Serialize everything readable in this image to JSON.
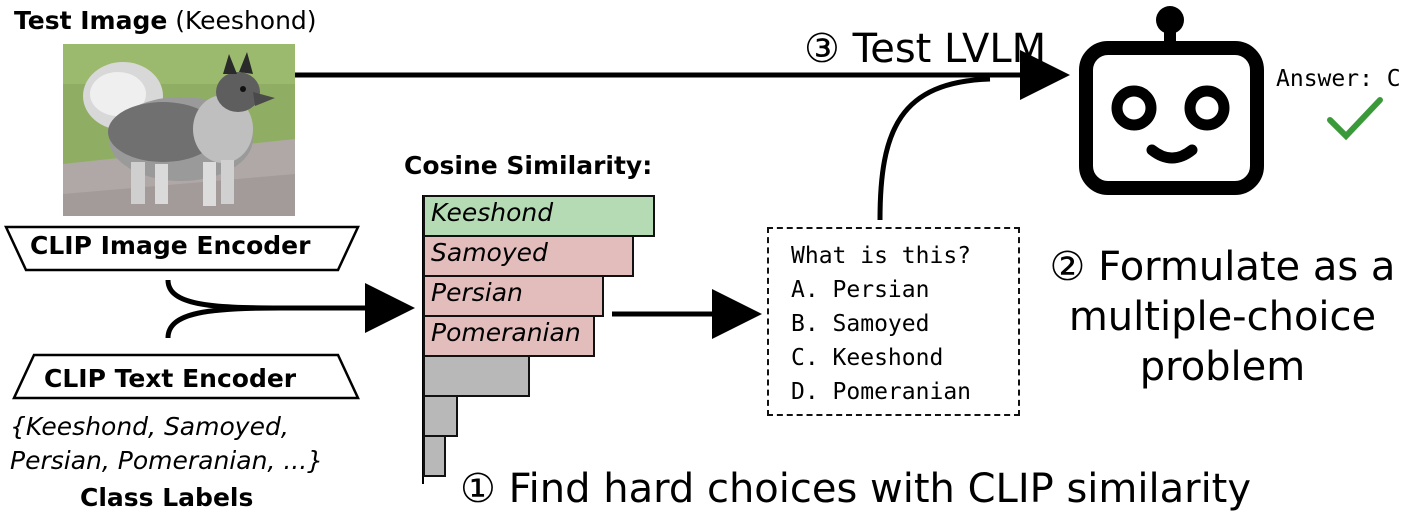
{
  "test_image": {
    "title_bold": "Test Image",
    "title_rest": "(Keeshond)"
  },
  "encoders": {
    "image": "CLIP Image Encoder",
    "text": "CLIP Text Encoder"
  },
  "class_labels": {
    "line1": "{Keeshond, Samoyed,",
    "line2": "Persian, Pomeranian, ...}",
    "caption": "Class Labels"
  },
  "cosine": {
    "title": "Cosine Similarity:",
    "bars": [
      {
        "label": "Keeshond",
        "similarity": 1.0,
        "color": "#b5dbb5"
      },
      {
        "label": "Samoyed",
        "similarity": 0.91,
        "color": "#e3bcbc"
      },
      {
        "label": "Persian",
        "similarity": 0.78,
        "color": "#e3bcbc"
      },
      {
        "label": "Pomeranian",
        "similarity": 0.74,
        "color": "#e3bcbc"
      },
      {
        "label": "",
        "similarity": 0.46,
        "color": "#b8b8b8"
      },
      {
        "label": "",
        "similarity": 0.15,
        "color": "#b8b8b8"
      },
      {
        "label": "",
        "similarity": 0.1,
        "color": "#b8b8b8"
      }
    ]
  },
  "question": {
    "prompt": "What is this?",
    "options": [
      "A. Persian",
      "B. Samoyed",
      "C. Keeshond",
      "D. Pomeranian"
    ]
  },
  "steps": {
    "step1": "① Find hard choices with CLIP similarity",
    "step2_line1": "② Formulate as a",
    "step2_line2": "multiple-choice",
    "step2_line3": "problem",
    "step3": "③ Test LVLM"
  },
  "answer": {
    "text": "Answer: C",
    "check_color": "#3a9a3a"
  }
}
